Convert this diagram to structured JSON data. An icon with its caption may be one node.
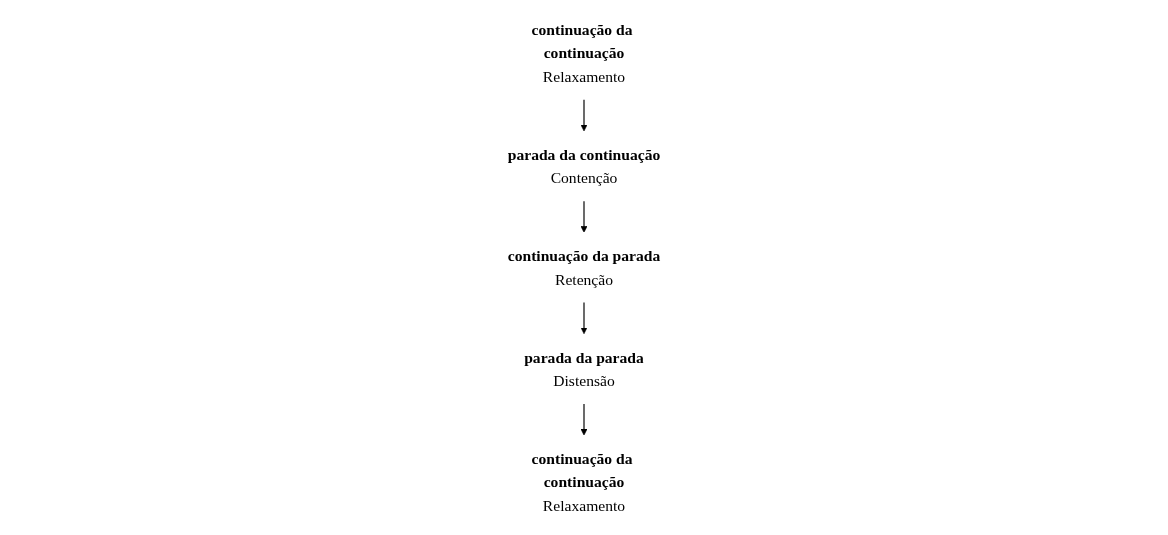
{
  "diagram": {
    "nodes": [
      {
        "text": [
          "continuação da continuação",
          "Relaxamento"
        ]
      },
      {
        "text": [
          "parada da continuação",
          "Contenção"
        ]
      },
      {
        "text": [
          "continuação da parada",
          "Retenção"
        ]
      },
      {
        "text": [
          "parada da parada",
          "Distensão"
        ]
      },
      {
        "text": [
          "continuação da continuação",
          "Relaxamento"
        ]
      }
    ],
    "edges": [
      {
        "from": 0,
        "to": 1,
        "arrow": "to"
      },
      {
        "from": 1,
        "to": 2,
        "arrow": "to"
      },
      {
        "from": 2,
        "to": 3,
        "arrow": "to"
      },
      {
        "from": 3,
        "to": 4,
        "arrow": "to"
      }
    ]
  }
}
